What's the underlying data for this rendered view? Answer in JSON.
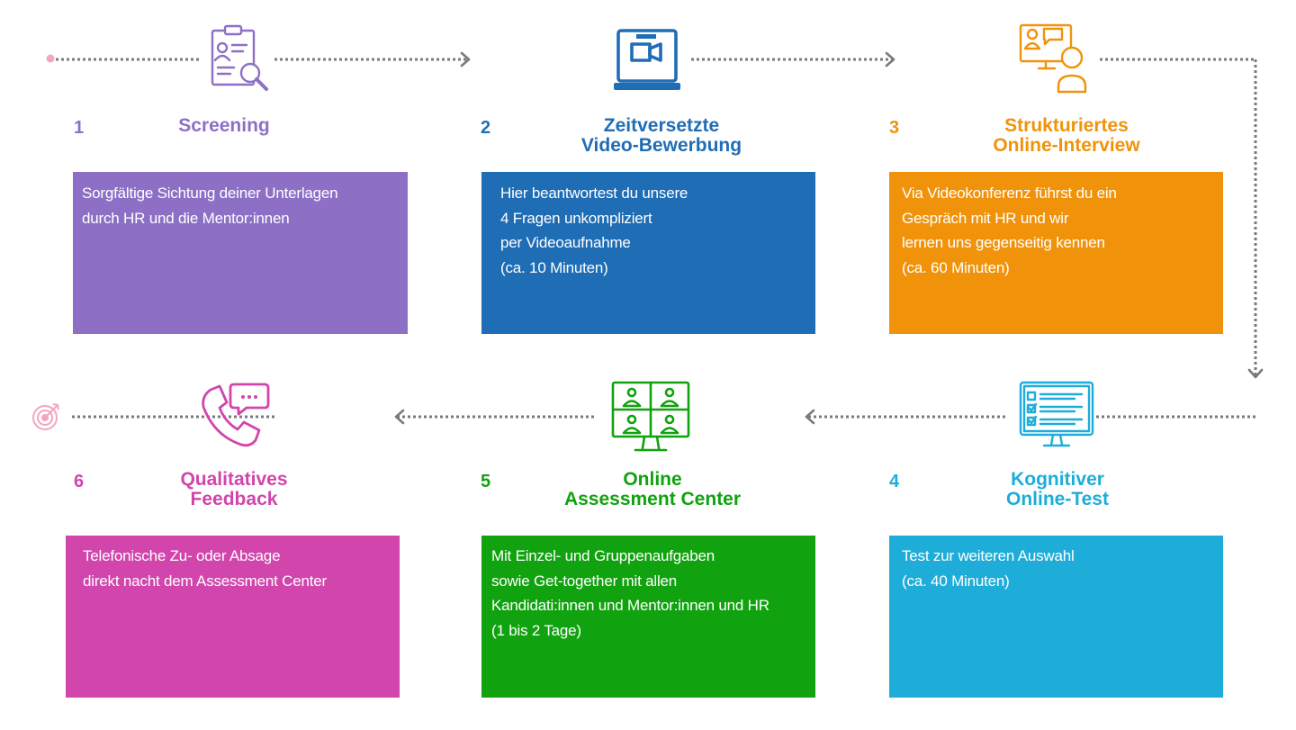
{
  "colors": {
    "connector": "#7a7a7a",
    "start_dot": "#f2a7bd",
    "target": "#f3a6bd"
  },
  "steps": [
    {
      "number": "1",
      "title": "Screening",
      "description": "Sorgfältige Sichtung deiner Unterlagen\ndurch HR und die Mentor:innen",
      "color": "#8d70c6",
      "icon": "clipboard-search-icon"
    },
    {
      "number": "2",
      "title": "Zeitversetzte\nVideo-Bewerbung",
      "description": "Hier beantwortest du unsere\n4 Fragen unkompliziert\nper Videoaufnahme\n(ca. 10 Minuten)",
      "color": "#1f6db5",
      "icon": "laptop-video-icon"
    },
    {
      "number": "3",
      "title": "Strukturiertes\nOnline-Interview",
      "description": "Via Videokonferenz führst du ein\nGespräch mit HR und wir\nlernen uns gegenseitig kennen\n(ca. 60 Minuten)",
      "color": "#f0930b",
      "icon": "video-interview-icon"
    },
    {
      "number": "4",
      "title": "Kognitiver\nOnline-Test",
      "description": "Test zur weiteren Auswahl\n(ca. 40 Minuten)",
      "color": "#1eadd8",
      "icon": "monitor-test-icon"
    },
    {
      "number": "5",
      "title": "Online\nAssessment Center",
      "description": "Mit Einzel- und Gruppenaufgaben\nsowie Get-together mit allen\nKandidati:innen und Mentor:innen und HR\n(1 bis 2 Tage)",
      "color": "#11a20f",
      "icon": "video-conference-grid-icon"
    },
    {
      "number": "6",
      "title": "Qualitatives\nFeedback",
      "description": "Telefonische Zu- oder Absage\ndirekt nacht dem Assessment Center",
      "color": "#d145ac",
      "icon": "phone-chat-icon"
    }
  ]
}
